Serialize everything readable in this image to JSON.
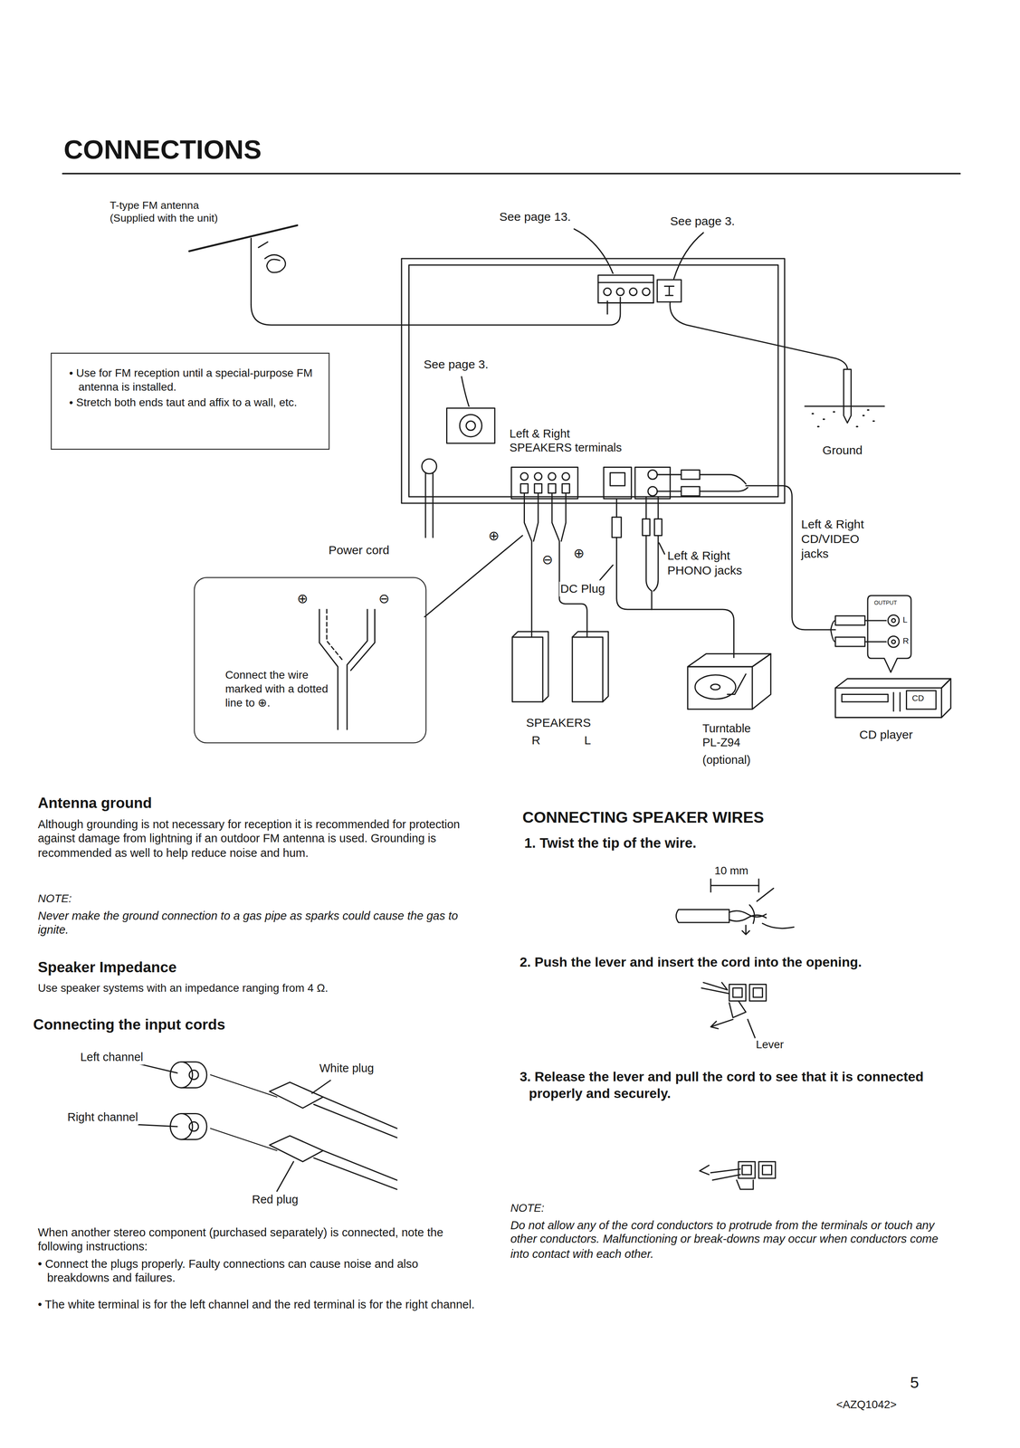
{
  "diagram": {
    "title": "CONNECTIONS",
    "nodes": [
      {
        "text": [
          "• Use for FM reception until a special-purpose FM antenna is installed.",
          "• Stretch both ends taut and affix to a wall, etc."
        ]
      },
      {
        "text": [
          "Connect the wire marked with a dotted line to ⊕."
        ]
      }
    ],
    "edges": [],
    "labels": [
      "T-type FM antenna (Supplied with the unit)",
      "See page 13.",
      "See page 3.",
      "See page 3.",
      "Left & Right SPEAKERS terminals",
      "Ground",
      "Power cord",
      "⊕",
      "⊖",
      "⊕",
      "Left & Right CD/VIDEO jacks",
      "Left & Right PHONO jacks",
      "DC Plug",
      "OUTPUT",
      "L",
      "R",
      "CD",
      "⊕",
      "⊖",
      "SPEAKERS",
      "R",
      "L",
      "Turntable PL-Z94",
      "(optional)",
      "CD player",
      "Antenna ground",
      "Although grounding is not necessary for reception it is recommended for protection against damage from lightning if an outdoor FM antenna is used. Grounding is recommended as well to help reduce noise and hum.",
      "NOTE:",
      "Never make the ground connection to a gas pipe as sparks could cause the gas to ignite.",
      "Speaker Impedance",
      "Use speaker systems with an impedance ranging from 4 Ω.",
      "Connecting the input cords",
      "Left channel",
      "White plug",
      "Right channel",
      "Red plug",
      "When another stereo component (purchased separately) is connected, note the following instructions:",
      "• Connect the plugs properly. Faulty connections can cause noise and also breakdowns and failures.",
      "• The white terminal is for the left channel and the red terminal is for the right channel.",
      "CONNECTING SPEAKER WIRES",
      "1. Twist the tip of the wire.",
      "10 mm",
      "2. Push the lever and insert the cord into the opening.",
      "Lever",
      "3. Release the lever and pull the cord to see that it is connected properly and securely.",
      "NOTE:",
      "Do not allow any of the cord conductors to protrude from the terminals or touch any other conductors. Malfunctioning or break-downs may occur when conductors come into contact with each other.",
      "5",
      "<AZQ1042>"
    ]
  }
}
